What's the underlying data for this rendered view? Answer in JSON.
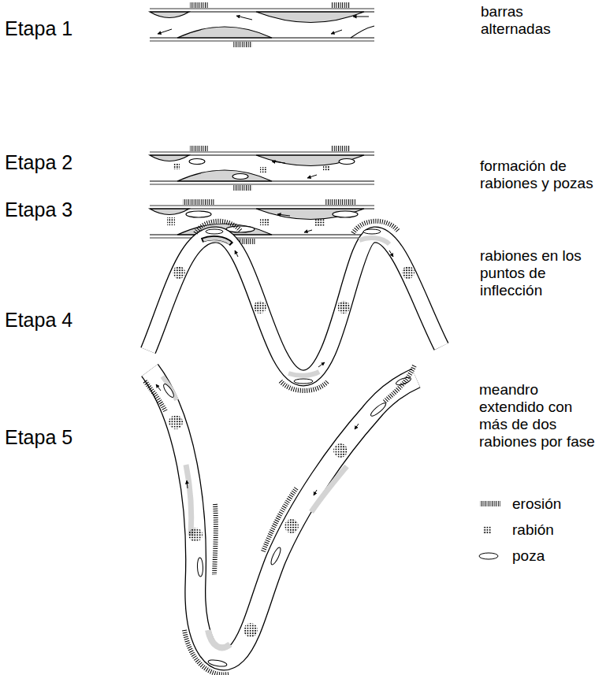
{
  "diagram": {
    "labels": [
      "Etapa 1",
      "Etapa 2",
      "Etapa 3",
      "Etapa 4",
      "Etapa 5",
      "barras alternadas",
      "formación de rabiones y pozas",
      "rabiones en los puntos de inflección",
      "meandro extendido con más de dos rabiones por fase"
    ],
    "legend": [
      {
        "text": "erosión"
      },
      {
        "text": "rabión"
      },
      {
        "text": "poza"
      }
    ]
  }
}
